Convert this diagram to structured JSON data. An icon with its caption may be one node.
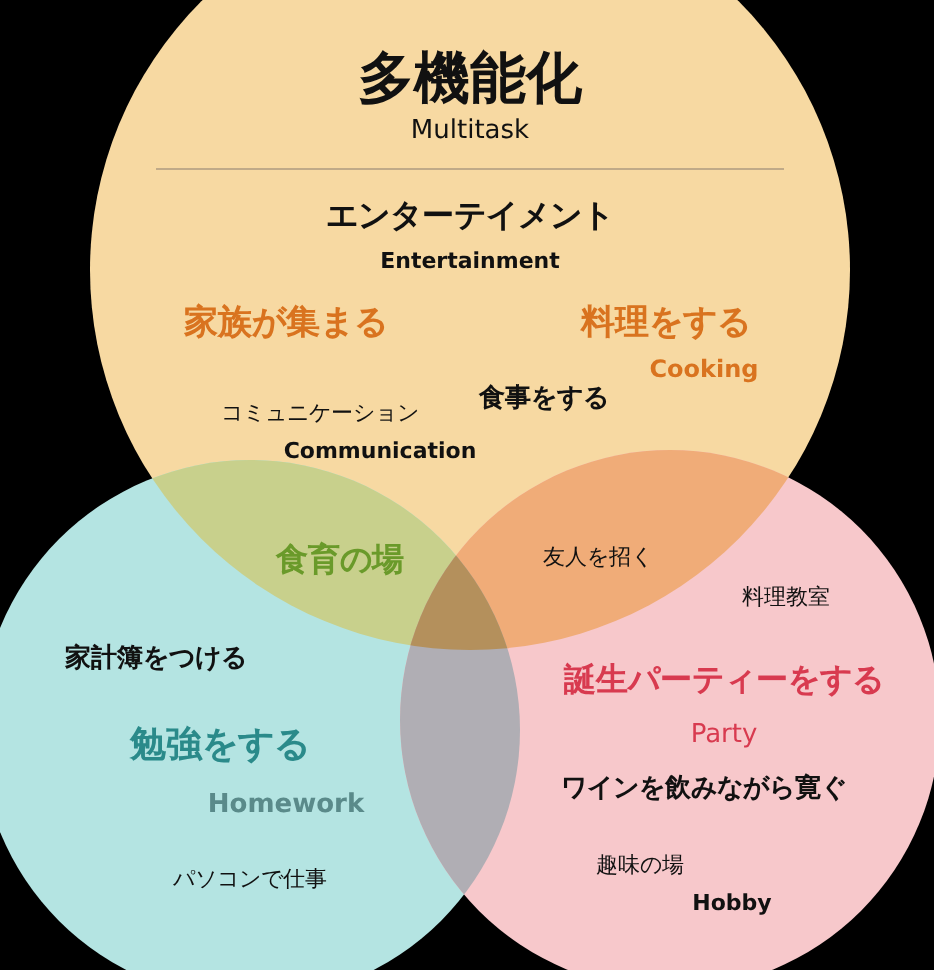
{
  "diagram": {
    "nodes": [
      {
        "text": [
          "多機能化",
          "Multitask",
          "エンターテイメント",
          "Entertainment",
          "家族が集まる",
          "料理をする"
        ]
      },
      {
        "text": [
          "家計簿をつける",
          "勉強をする",
          "Homework",
          "パソコンで仕事"
        ]
      },
      {
        "text": [
          "料理教室",
          "誕生パーティーをする",
          "Party",
          "ワインを飲みながら寛ぐ",
          "趣味の場",
          "Hobby"
        ]
      }
    ],
    "edges": [],
    "labels": [
      "Cooking",
      "食事をする",
      "コミュニケーション",
      "Communication",
      "食育の場",
      "友人を招く"
    ]
  }
}
